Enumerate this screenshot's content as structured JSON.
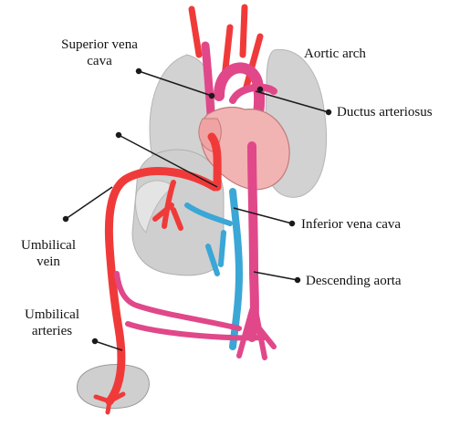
{
  "labels": {
    "superior_vena_cava": "Superior vena\ncava",
    "aortic_arch": "Aortic arch",
    "ductus_arteriosus": "Ductus arteriosus",
    "umbilical_vein": "Umbilical\nvein",
    "inferior_vena_cava": "Inferior vena cava",
    "descending_aorta": "Descending aorta",
    "umbilical_arteries": "Umbilical\narteries"
  },
  "colors": {
    "oxygenated_red": "#f03a3a",
    "mixed_pink": "#e0488a",
    "deoxygenated_blue": "#3aa7d6",
    "organ_gray": "#cfcfcf",
    "heart_pink": "#f2b3b3",
    "leader_line": "#1a1a1a"
  }
}
